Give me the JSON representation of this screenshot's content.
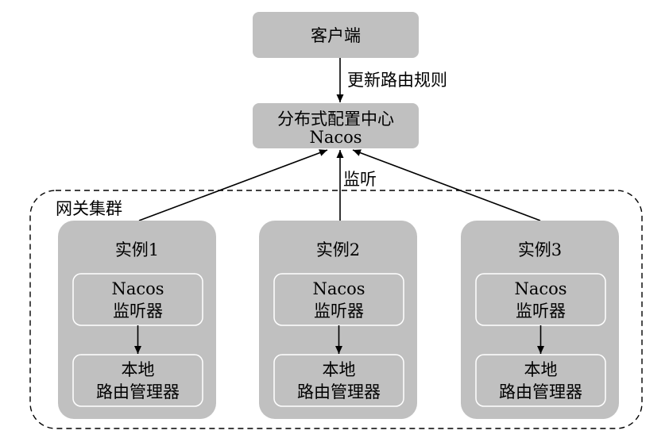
{
  "client": {
    "label": "客户端"
  },
  "update_label": "更新路由规则",
  "config_center": {
    "line1": "分布式配置中心",
    "line2": "Nacos"
  },
  "listen_label": "监听",
  "cluster": {
    "label": "网关集群"
  },
  "instances": [
    {
      "title": "实例1",
      "listener": {
        "line1": "Nacos",
        "line2": "监听器"
      },
      "router": {
        "line1": "本地",
        "line2": "路由管理器"
      }
    },
    {
      "title": "实例2",
      "listener": {
        "line1": "Nacos",
        "line2": "监听器"
      },
      "router": {
        "line1": "本地",
        "line2": "路由管理器"
      }
    },
    {
      "title": "实例3",
      "listener": {
        "line1": "Nacos",
        "line2": "监听器"
      },
      "router": {
        "line1": "本地",
        "line2": "路由管理器"
      }
    }
  ],
  "colors": {
    "box_fill": "#c0c0c0",
    "inner_border": "#ffffff",
    "line": "#000000",
    "text": "#000000"
  }
}
